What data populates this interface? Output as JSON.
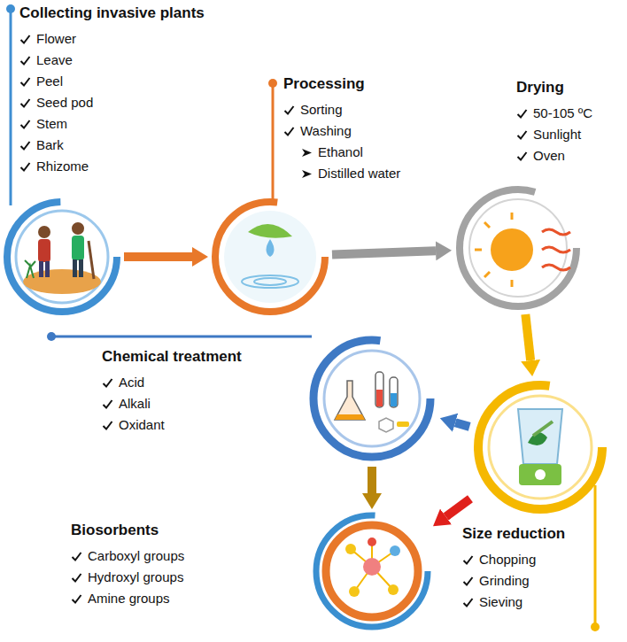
{
  "diagram": {
    "nodes": [
      {
        "text": [
          "Collecting invasive plants",
          "Flower",
          "Leave",
          "Peel",
          "Seed pod",
          "Stem",
          "Bark",
          "Rhizome"
        ]
      },
      {
        "text": [
          "Processing",
          "Sorting",
          "Washing",
          "Ethanol",
          "Distilled water"
        ]
      },
      {
        "text": [
          "Drying",
          "50-105 ºC",
          "Sunlight",
          "Oven"
        ]
      },
      {
        "text": [
          "Size reduction",
          "Chopping",
          "Grinding",
          "Sieving"
        ]
      },
      {
        "text": [
          "Chemical treatment",
          "Acid",
          "Alkali",
          "Oxidant"
        ]
      },
      {
        "text": [
          "Biosorbents",
          "Carboxyl groups",
          "Hydroxyl groups",
          "Amine groups"
        ]
      }
    ],
    "edges": [
      {
        "from": 0,
        "to": 1,
        "arrow": "to"
      },
      {
        "from": 1,
        "to": 2,
        "arrow": "to"
      },
      {
        "from": 2,
        "to": 3,
        "arrow": "to"
      },
      {
        "from": 3,
        "to": 4,
        "arrow": "to"
      },
      {
        "from": 4,
        "to": 5,
        "arrow": "to"
      },
      {
        "from": 3,
        "to": 5,
        "arrow": "to"
      }
    ]
  }
}
